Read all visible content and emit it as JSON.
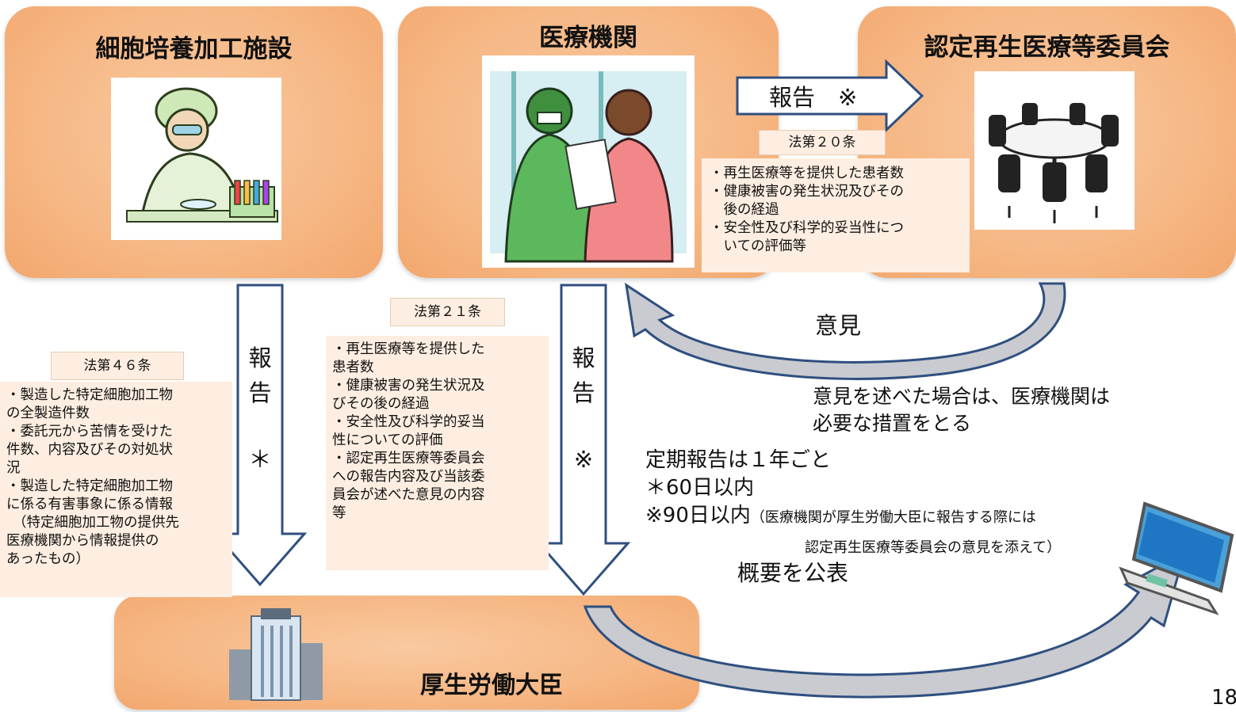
{
  "panels": {
    "cell_facility": "細胞培養加工施設",
    "medical_institution": "医療機関",
    "committee": "認定再生医療等委員会",
    "minister": "厚生労働大臣"
  },
  "arrows": {
    "top_report": "報告　※",
    "left_report": [
      "報",
      "告",
      "＊"
    ],
    "middle_report": [
      "報",
      "告",
      "※"
    ]
  },
  "laws": {
    "art20": "法第２０条",
    "art21": "法第２１条",
    "art46": "法第４６条"
  },
  "notes": {
    "art20": [
      "・再生医療等を提供した患者数",
      "・健康被害の発生状況及びその",
      "　後の経過",
      "・安全性及び科学的妥当性につ",
      "　いての評価等"
    ],
    "art21": [
      "・再生医療等を提供した",
      "患者数",
      "・健康被害の発生状況及",
      "びその後の経過",
      "・安全性及び科学的妥当",
      "性についての評価",
      "・認定再生医療等委員会",
      "への報告内容及び当該委",
      "員会が述べた意見の内容",
      "等"
    ],
    "art46": [
      "・製造した特定細胞加工物",
      "の全製造件数",
      "・委託元から苦情を受けた",
      "件数、内容及びその対処状",
      "況",
      "・製造した特定細胞加工物",
      "に係る有害事象に係る情報",
      "（特定細胞加工物の提供先",
      "医療機関から情報提供の",
      "あったもの）"
    ]
  },
  "opinion": {
    "label": "意見",
    "note_line1": "意見を述べた場合は、医療機関は",
    "note_line2": "必要な措置をとる"
  },
  "periodic": {
    "line1": "定期報告は１年ごと",
    "line2": "＊60日以内",
    "line3_main": "※90日以内",
    "line3_paren1": "（医療機関が厚生労働大臣に報告する際には",
    "line3_paren2": "認定再生医療等委員会の意見を添えて）"
  },
  "publish": "概要を公表",
  "page_number": "18",
  "colors": {
    "panel": "#f6b784",
    "note_bg": "#fdeee1",
    "arrow_stroke": "#2f4f7f",
    "curve_fill": "#c9cbd0"
  },
  "icons": {
    "cell_facility_picture": "scientist-clipart-icon",
    "medical_picture": "medical-staff-clipart-icon",
    "committee_picture": "meeting-table-clipart-icon",
    "minister_picture": "office-building-icon",
    "publish_target": "laptop-icon"
  }
}
